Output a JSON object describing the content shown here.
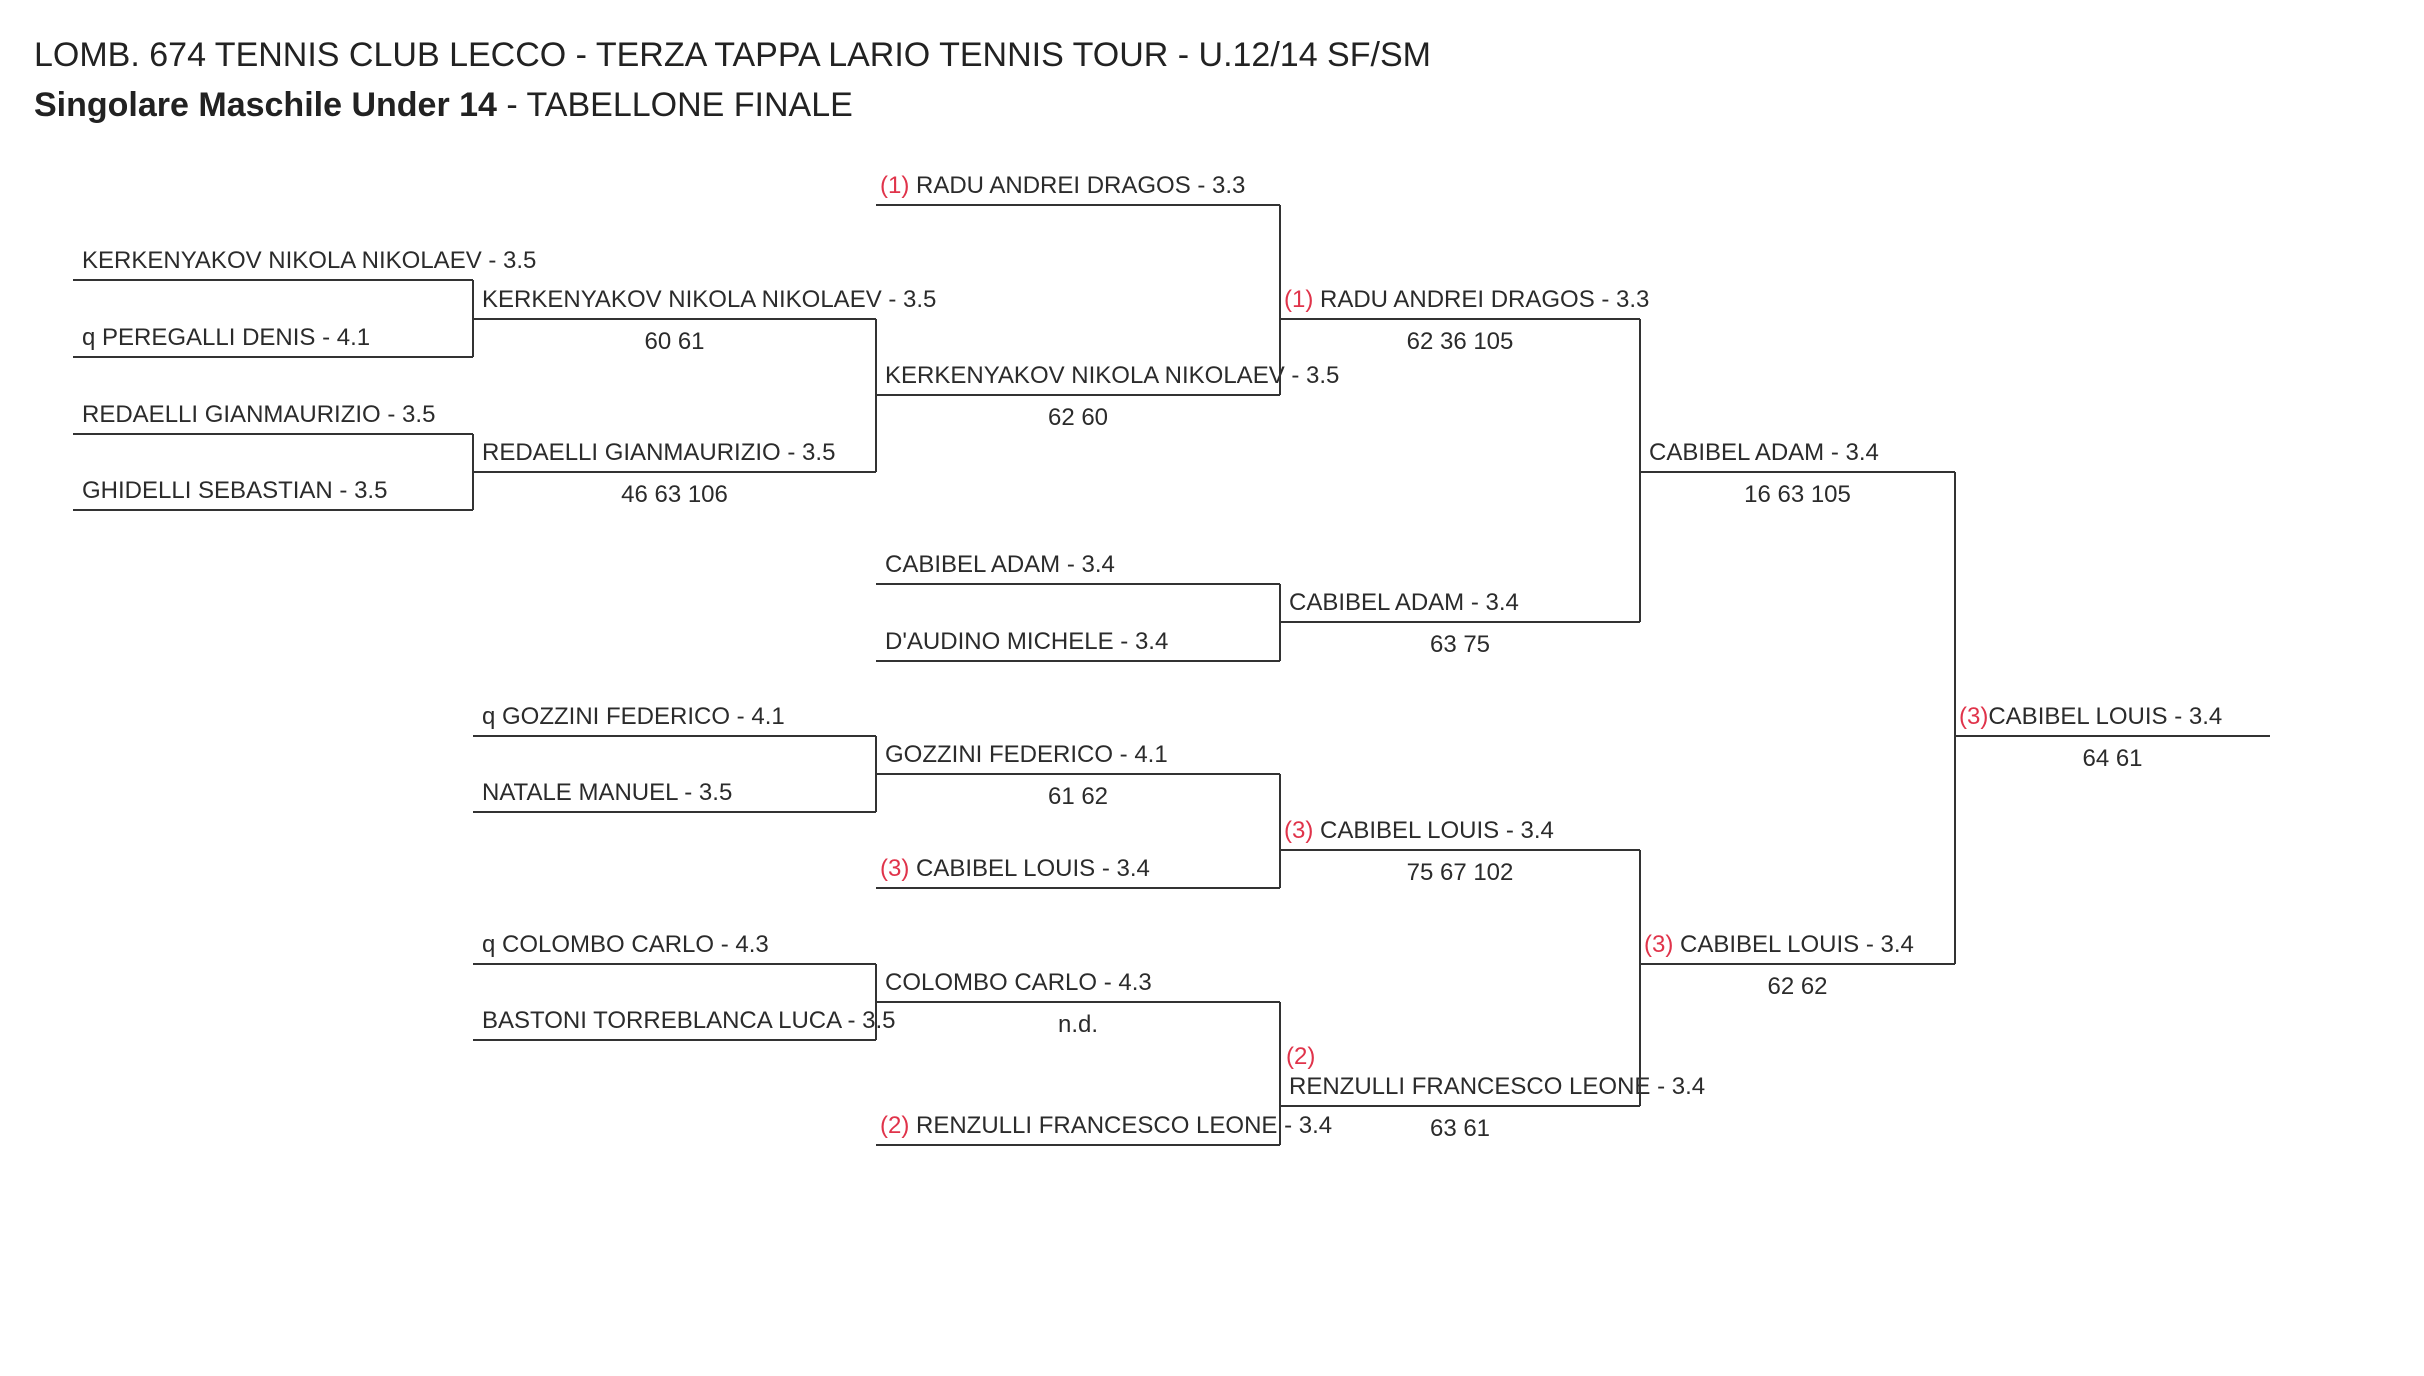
{
  "header": {
    "title": "LOMB. 674 TENNIS CLUB LECCO - TERZA TAPPA LARIO TENNIS TOUR - U.12/14 SF/SM",
    "subtitle_bold": "Singolare Maschile Under 14",
    "subtitle_rest": " - TABELLONE FINALE"
  },
  "bracket": {
    "round1": [
      {
        "seed": "",
        "prefix": "",
        "name": "KERKENYAKOV NIKOLA NIKOLAEV - 3.5"
      },
      {
        "seed": "",
        "prefix": "q  ",
        "name": "PEREGALLI DENIS - 4.1"
      },
      {
        "seed": "",
        "prefix": "",
        "name": "REDAELLI GIANMAURIZIO - 3.5"
      },
      {
        "seed": "",
        "prefix": "",
        "name": "GHIDELLI SEBASTIAN - 3.5"
      }
    ],
    "round2": [
      {
        "seed": "",
        "prefix": "",
        "name": "KERKENYAKOV NIKOLA NIKOLAEV - 3.5",
        "score": "60 61"
      },
      {
        "seed": "",
        "prefix": "",
        "name": "REDAELLI GIANMAURIZIO - 3.5",
        "score": "46 63 106"
      },
      {
        "seed": "",
        "prefix": "q  ",
        "name": "GOZZINI FEDERICO - 4.1"
      },
      {
        "seed": "",
        "prefix": "",
        "name": "NATALE MANUEL - 3.5"
      },
      {
        "seed": "",
        "prefix": "q  ",
        "name": "COLOMBO CARLO - 4.3"
      },
      {
        "seed": "",
        "prefix": "",
        "name": "BASTONI TORREBLANCA LUCA - 3.5"
      }
    ],
    "round3": [
      {
        "seed": "(1) ",
        "prefix": "",
        "name": "RADU ANDREI DRAGOS - 3.3"
      },
      {
        "seed": "",
        "prefix": "",
        "name": "KERKENYAKOV NIKOLA NIKOLAEV - 3.5",
        "score": "62 60"
      },
      {
        "seed": "",
        "prefix": "",
        "name": "CABIBEL ADAM - 3.4"
      },
      {
        "seed": "",
        "prefix": "",
        "name": "D'AUDINO MICHELE - 3.4"
      },
      {
        "seed": "",
        "prefix": "",
        "name": "GOZZINI FEDERICO - 4.1",
        "score": "61 62"
      },
      {
        "seed": "(3) ",
        "prefix": "",
        "name": "CABIBEL LOUIS - 3.4"
      },
      {
        "seed": "",
        "prefix": "",
        "name": "COLOMBO CARLO - 4.3",
        "score": "n.d."
      },
      {
        "seed": "(2) ",
        "prefix": "",
        "name": "RENZULLI FRANCESCO LEONE - 3.4"
      }
    ],
    "round4": [
      {
        "seed": "(1) ",
        "prefix": "",
        "name": "RADU ANDREI DRAGOS - 3.3",
        "score": "62 36 105"
      },
      {
        "seed": "",
        "prefix": "",
        "name": "CABIBEL ADAM - 3.4",
        "score": "63 75"
      },
      {
        "seed": "(3) ",
        "prefix": "",
        "name": "CABIBEL LOUIS - 3.4",
        "score": "75 67 102"
      },
      {
        "seed": "(2)",
        "prefix": "",
        "name": "RENZULLI FRANCESCO LEONE - 3.4",
        "score": "63 61"
      }
    ],
    "semifinals": [
      {
        "seed": "",
        "prefix": "",
        "name": "CABIBEL ADAM - 3.4",
        "score": "16 63 105"
      },
      {
        "seed": "(3) ",
        "prefix": "",
        "name": "CABIBEL LOUIS - 3.4",
        "score": "62 62"
      }
    ],
    "winner": {
      "seed": "(3)",
      "prefix": "",
      "name": "CABIBEL LOUIS - 3.4",
      "score": "64 61"
    }
  },
  "colors": {
    "seed": "#e0334a",
    "line": "#333333",
    "text": "#2b2b2b"
  }
}
